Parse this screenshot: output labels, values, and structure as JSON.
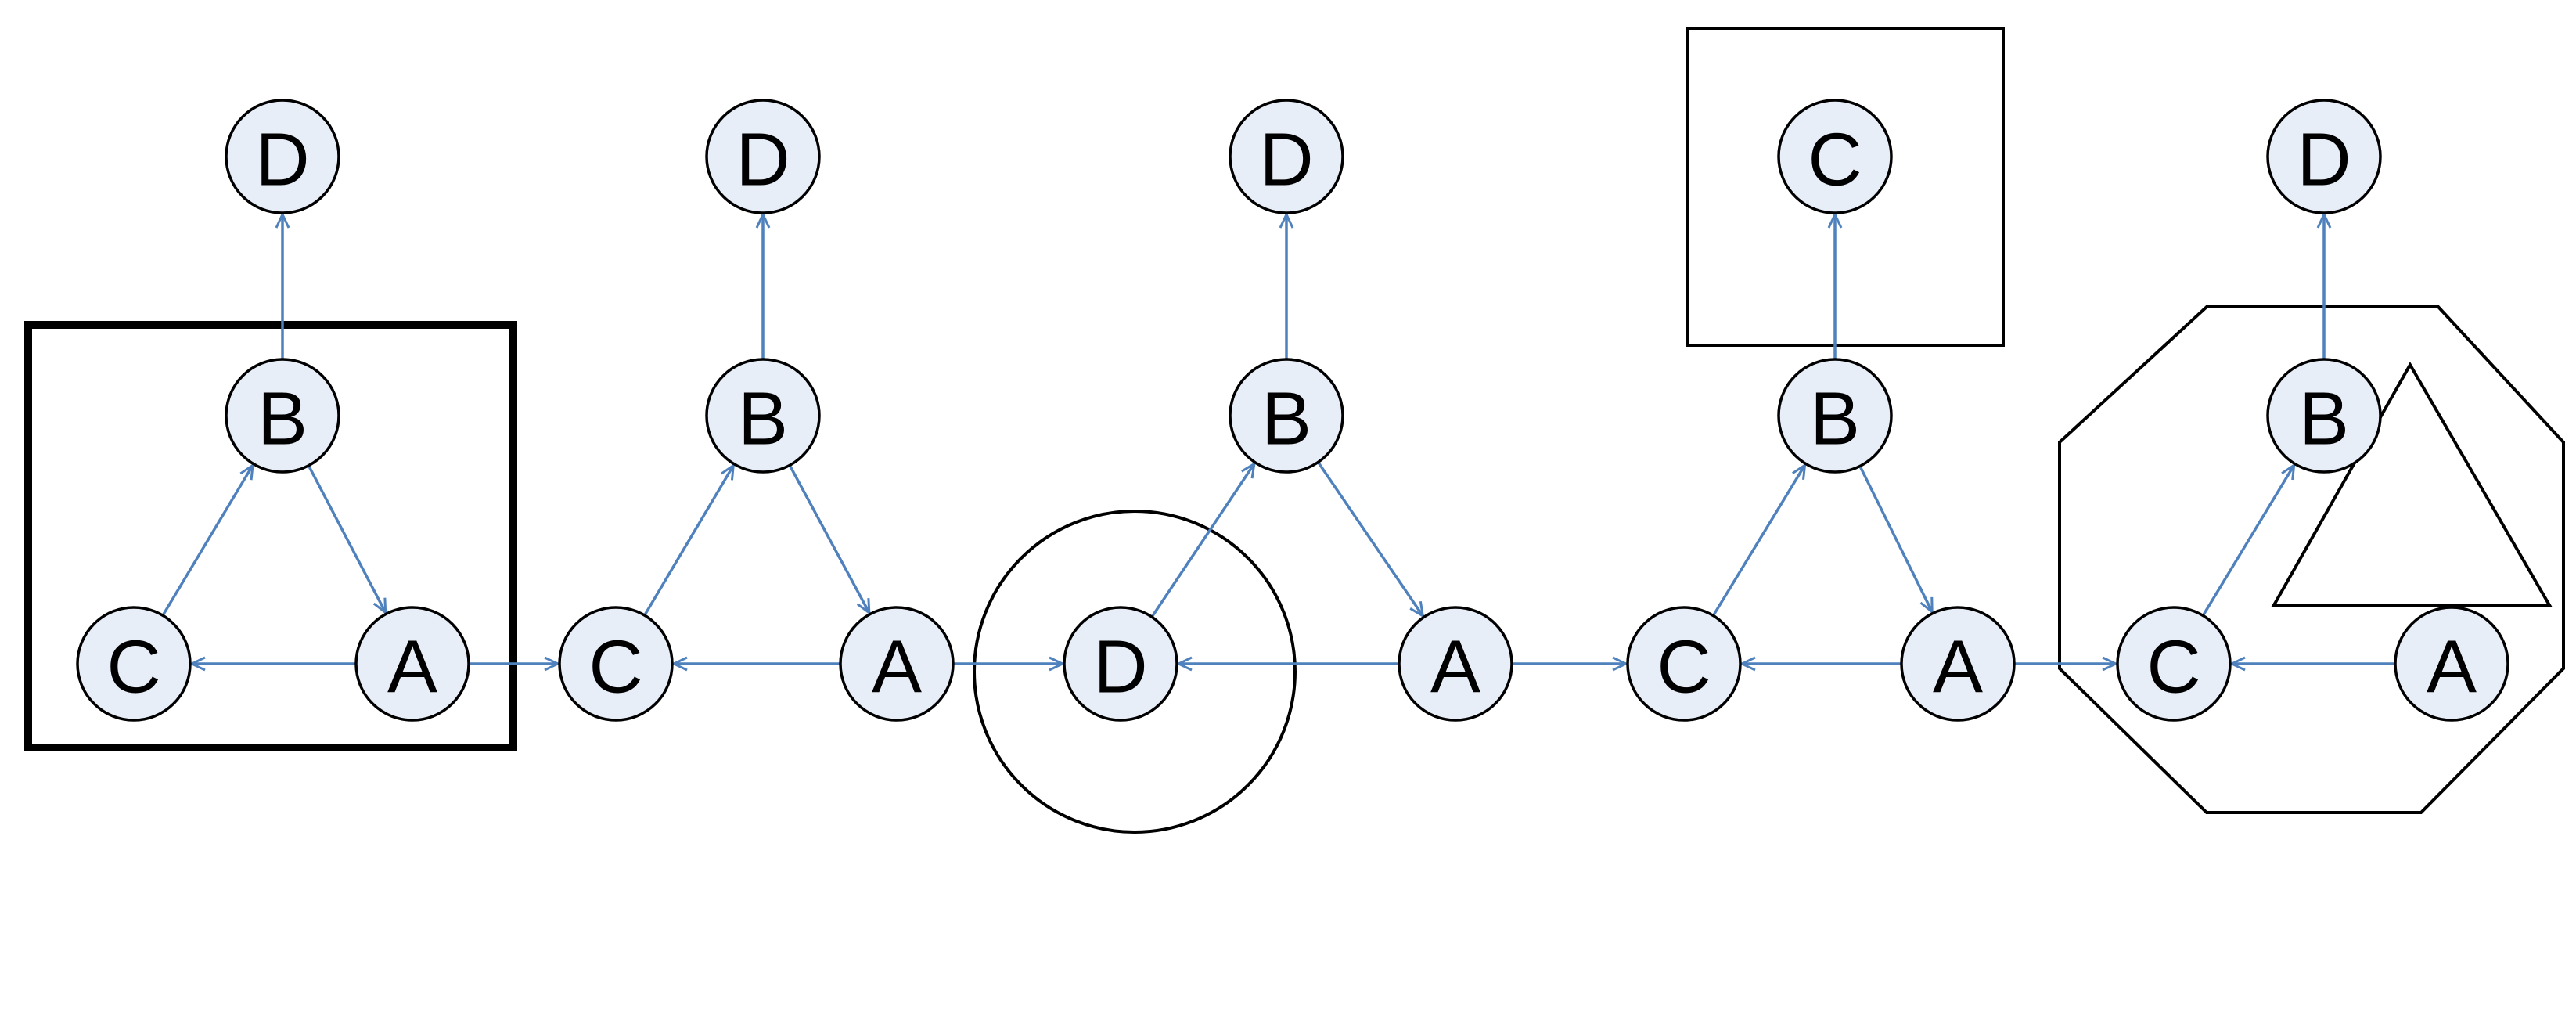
{
  "colors": {
    "node_fill": "#e8eef8",
    "node_stroke": "#000000",
    "edge": "#4f81bd",
    "frame": "#000000",
    "background": "#ffffff"
  },
  "groups": [
    {
      "nodes": [
        {
          "id": "g1-top",
          "label": "D"
        },
        {
          "id": "g1-mid",
          "label": "B"
        },
        {
          "id": "g1-left",
          "label": "C"
        },
        {
          "id": "g1-right",
          "label": "A"
        }
      ],
      "frame": "square-thick"
    },
    {
      "nodes": [
        {
          "id": "g2-top",
          "label": "D"
        },
        {
          "id": "g2-mid",
          "label": "B"
        },
        {
          "id": "g2-left",
          "label": "C"
        },
        {
          "id": "g2-right",
          "label": "A"
        }
      ],
      "frame": "none"
    },
    {
      "nodes": [
        {
          "id": "g3-top",
          "label": "D"
        },
        {
          "id": "g3-mid",
          "label": "B"
        },
        {
          "id": "g3-left",
          "label": "D"
        },
        {
          "id": "g3-right",
          "label": "A"
        }
      ],
      "frame": "circle"
    },
    {
      "nodes": [
        {
          "id": "g4-top",
          "label": "C"
        },
        {
          "id": "g4-mid",
          "label": "B"
        },
        {
          "id": "g4-left",
          "label": "C"
        },
        {
          "id": "g4-right",
          "label": "A"
        }
      ],
      "frame": "square"
    },
    {
      "nodes": [
        {
          "id": "g5-top",
          "label": "D"
        },
        {
          "id": "g5-mid",
          "label": "B"
        },
        {
          "id": "g5-left",
          "label": "C"
        },
        {
          "id": "g5-right",
          "label": "A"
        }
      ],
      "frame": "octagon-and-triangle"
    }
  ],
  "edges": [
    {
      "from": "g1-mid",
      "to": "g1-top"
    },
    {
      "from": "g1-left",
      "to": "g1-mid"
    },
    {
      "from": "g1-mid",
      "to": "g1-right"
    },
    {
      "from": "g1-right",
      "to": "g1-left"
    },
    {
      "from": "g1-right",
      "to": "g2-left"
    },
    {
      "from": "g2-mid",
      "to": "g2-top"
    },
    {
      "from": "g2-left",
      "to": "g2-mid"
    },
    {
      "from": "g2-mid",
      "to": "g2-right"
    },
    {
      "from": "g2-right",
      "to": "g2-left"
    },
    {
      "from": "g2-right",
      "to": "g3-left"
    },
    {
      "from": "g3-mid",
      "to": "g3-top"
    },
    {
      "from": "g3-left",
      "to": "g3-mid"
    },
    {
      "from": "g3-mid",
      "to": "g3-right"
    },
    {
      "from": "g3-right",
      "to": "g3-left"
    },
    {
      "from": "g3-right",
      "to": "g4-left"
    },
    {
      "from": "g4-mid",
      "to": "g4-top"
    },
    {
      "from": "g4-left",
      "to": "g4-mid"
    },
    {
      "from": "g4-mid",
      "to": "g4-right"
    },
    {
      "from": "g4-right",
      "to": "g4-left"
    },
    {
      "from": "g4-right",
      "to": "g5-left"
    },
    {
      "from": "g5-mid",
      "to": "g5-top"
    },
    {
      "from": "g5-left",
      "to": "g5-mid"
    },
    {
      "from": "g5-right",
      "to": "g5-left"
    }
  ]
}
